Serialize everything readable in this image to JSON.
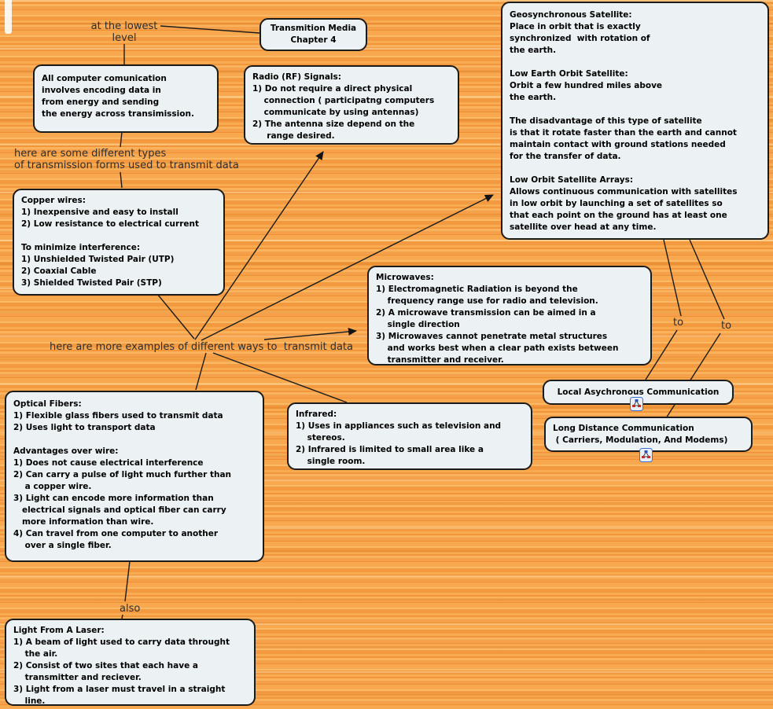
{
  "title_box": {
    "text": "Transmition Media\nChapter 4"
  },
  "boxes": {
    "all_computer": {
      "text": "All computer comunication\ninvolves encoding data in\nfrom energy and sending\nthe energy across transimission."
    },
    "radio": {
      "text": "Radio (RF) Signals:\n1) Do not require a direct physical\n    connection ( participatng computers\n    communicate by using antennas)\n2) The antenna size depend on the\n     range desired."
    },
    "satellite": {
      "text": "Geosynchronous Satellite:\nPlace in orbit that is exactly\nsynchronized  with rotation of\nthe earth.\n\nLow Earth Orbit Satellite:\nOrbit a few hundred miles above\nthe earth.\n\nThe disadvantage of this type of satellite\nis that it rotate faster than the earth and cannot\nmaintain contact with ground stations needed\nfor the transfer of data.\n\nLow Orbit Satellite Arrays:\nAllows continuous communication with satellites\nin low orbit by launching a set of satellites so\nthat each point on the ground has at least one\nsatellite over head at any time."
    },
    "copper": {
      "text": "Copper wires:\n1) Inexpensive and easy to install\n2) Low resistance to electrical current\n\nTo minimize interference:\n1) Unshielded Twisted Pair (UTP)\n2) Coaxial Cable\n3) Shielded Twisted Pair (STP)"
    },
    "microwaves": {
      "text": "Microwaves:\n1) Electromagnetic Radiation is beyond the\n    frequency range use for radio and television.\n2) A microwave transmission can be aimed in a\n    single direction\n3) Microwaves cannot penetrate metal structures\n    and works best when a clear path exists between\n    transmitter and receiver."
    },
    "optical": {
      "text": "Optical Fibers:\n1) Flexible glass fibers used to transmit data\n2) Uses light to transport data\n\nAdvantages over wire:\n1) Does not cause electrical interference\n2) Can carry a pulse of light much further than\n    a copper wire.\n3) Light can encode more information than\n   electrical signals and optical fiber can carry\n   more information than wire.\n4) Can travel from one computer to another\n    over a single fiber."
    },
    "infrared": {
      "text": "Infrared:\n1) Uses in appliances such as television and\n    stereos.\n2) Infrared is limited to small area like a\n    single room."
    },
    "local_async": {
      "text": "Local Asychronous Communication"
    },
    "long_distance": {
      "text": "Long Distance Communication\n ( Carriers, Modulation, And Modems)"
    },
    "laser": {
      "text": "Light From A Laser:\n1) A beam of light used to carry data throught\n    the air.\n2) Consist of two sites that each have a\n    transmitter and reciever.\n3) Light from a laser must travel in a straight\n    line."
    }
  },
  "labels": {
    "at_lowest": "at the lowest\nlevel",
    "some_types": "here are some different types\nof transmission forms used to transmit data",
    "more_examples": "here are more examples of different ways to  transmit data",
    "to_left": "to",
    "to_right": "to",
    "also": "also"
  },
  "icons": {
    "resource": "concept-map-resource-icon"
  },
  "colors": {
    "background_base": "#f6a34d",
    "box_fill": "#ecf2f3",
    "box_border": "#1b1b1b",
    "connector_line": "#1b1b1b",
    "label_text": "#2e2e2e",
    "icon_border": "#3b6fd4"
  }
}
